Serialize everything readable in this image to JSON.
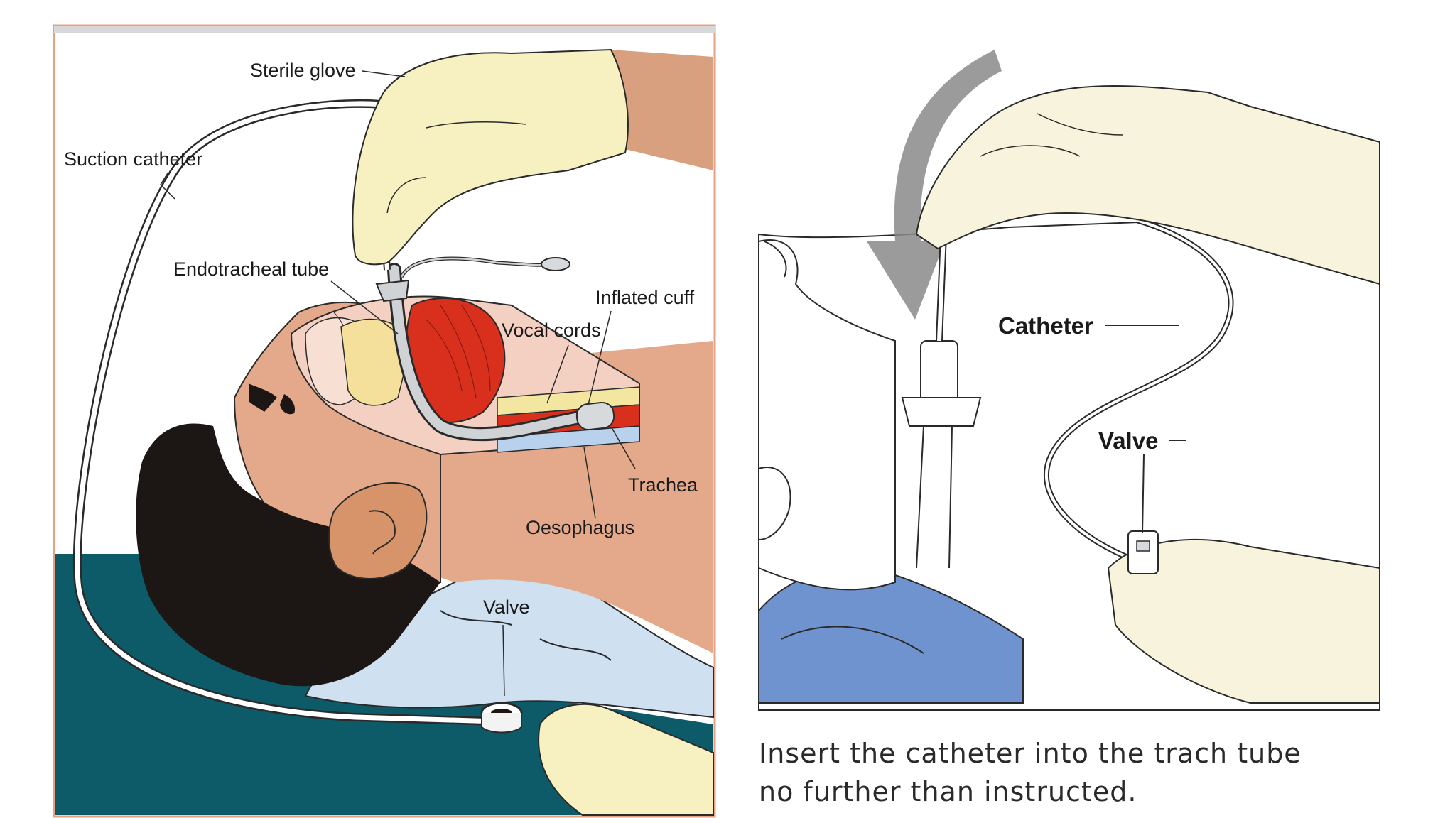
{
  "left_figure": {
    "labels": {
      "sterile_glove": "Sterile glove",
      "suction_catheter": "Suction catheter",
      "endotracheal_tube": "Endotracheal tube",
      "inflated_cuff": "Inflated cuff",
      "vocal_cords": "Vocal cords",
      "trachea": "Trachea",
      "oesophagus": "Oesophagus",
      "valve": "Valve"
    }
  },
  "right_figure": {
    "labels": {
      "catheter": "Catheter",
      "valve": "Valve"
    },
    "caption_line1": "Insert the catheter into the trach tube",
    "caption_line2": "no further than instructed."
  },
  "colors": {
    "skin": "#e3a98a",
    "hair": "#1c1614",
    "glove": "#f7f1c2",
    "sheet": "#0d5a68",
    "pillow": "#cfe0f0",
    "muscle": "#d9301e",
    "frame_border": "#e8a080",
    "pillow_right": "#6f93cf"
  }
}
